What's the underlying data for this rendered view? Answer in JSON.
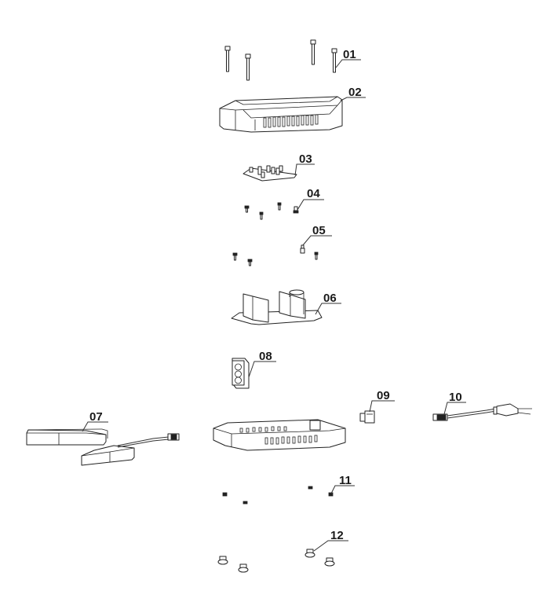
{
  "diagram": {
    "type": "exploded-parts-view",
    "callouts": [
      {
        "id": "01",
        "label": "01",
        "part": "screw-long"
      },
      {
        "id": "02",
        "label": "02",
        "part": "top-housing"
      },
      {
        "id": "03",
        "label": "03",
        "part": "circuit-board-small"
      },
      {
        "id": "04",
        "label": "04",
        "part": "screw-small"
      },
      {
        "id": "05",
        "label": "05",
        "part": "screw-small-b"
      },
      {
        "id": "06",
        "label": "06",
        "part": "main-circuit-board"
      },
      {
        "id": "07",
        "label": "07",
        "part": "charging-contacts-with-cable"
      },
      {
        "id": "08",
        "label": "08",
        "part": "fan"
      },
      {
        "id": "09",
        "label": "09",
        "part": "connector-socket"
      },
      {
        "id": "10",
        "label": "10",
        "part": "power-cord"
      },
      {
        "id": "11",
        "label": "11",
        "part": "nut"
      },
      {
        "id": "12",
        "label": "12",
        "part": "rubber-foot"
      }
    ]
  }
}
